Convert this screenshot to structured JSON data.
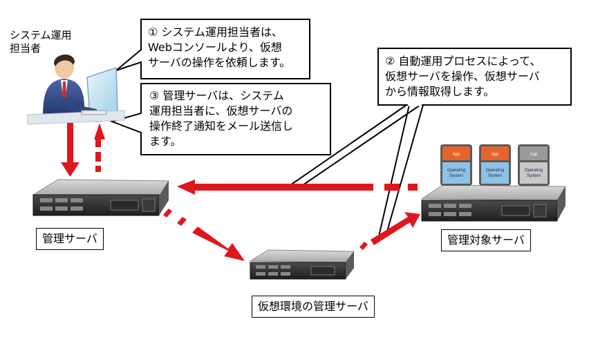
{
  "user": {
    "label": "システム運用\n担当者"
  },
  "callouts": {
    "c1": "① システム運用担当者は、\nWebコンソールより、仮想\nサーバの操作を依頼します。",
    "c3": "③  管理サーバは、システム\n運用担当者に、仮想サーバの\n操作終了通知をメール送信し\nます。",
    "c2": "② 自動運用プロセスによって、\n仮想サーバを操作、仮想サーバ\nから情報取得します。"
  },
  "nodes": {
    "manager": "管理サーバ",
    "virtual_manager": "仮想環境の管理サーバ",
    "target": "管理対象サーバ"
  },
  "vm_stack": [
    {
      "top": "App",
      "bottom": "Operating\nSystem",
      "top_color": "#e8632b",
      "bottom_color": "#8ec2e6"
    },
    {
      "top": "App",
      "bottom": "Operating\nSystem",
      "top_color": "#e8632b",
      "bottom_color": "#8ec2e6"
    },
    {
      "top": "App",
      "bottom": "Operating\nSystem",
      "top_color": "#9a9a9a",
      "bottom_color": "#c8c8c8"
    }
  ],
  "colors": {
    "arrow": "#e0161f",
    "callout_border": "#000000"
  }
}
